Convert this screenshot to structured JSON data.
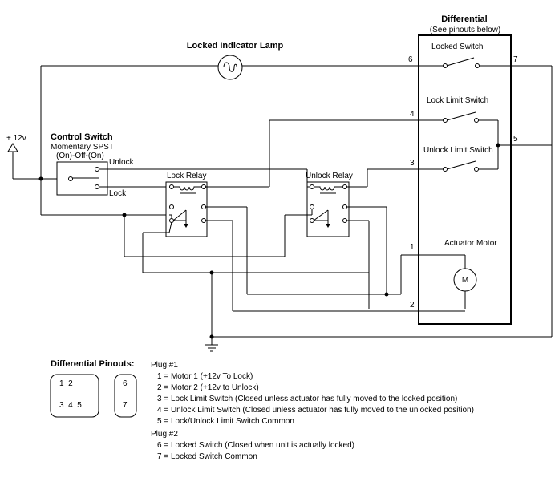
{
  "differential": {
    "title": "Differential",
    "subtitle": "(See pinouts below)",
    "locked_switch": "Locked Switch",
    "lock_limit_switch": "Lock Limit Switch",
    "unlock_limit_switch": "Unlock Limit Switch",
    "actuator_motor": "Actuator Motor",
    "motor_symbol": "M"
  },
  "lamp": {
    "label": "Locked Indicator Lamp"
  },
  "power": {
    "label": "+ 12v"
  },
  "control_switch": {
    "title": "Control Switch",
    "line2": "Momentary SPST",
    "line3": "(On)-Off-(On)",
    "unlock": "Unlock",
    "lock": "Lock"
  },
  "relays": {
    "lock": "Lock Relay",
    "unlock": "Unlock Relay"
  },
  "pins": {
    "p1": "1",
    "p2": "2",
    "p3": "3",
    "p4": "4",
    "p5": "5",
    "p6": "6",
    "p7": "7"
  },
  "pinouts": {
    "title": "Differential Pinouts:",
    "plug1_row1": "1  2",
    "plug1_row2": "3  4  5",
    "plug2_top": "6",
    "plug2_bottom": "7"
  },
  "legend": {
    "plug1": "Plug #1",
    "items1": [
      "1 = Motor 1 (+12v To Lock)",
      "2 = Motor 2 (+12v to Unlock)",
      "3 = Lock Limit Switch (Closed unless actuator has fully moved to the locked position)",
      "4 = Unlock Limit Switch (Closed unless actuator has fully moved to the unlocked position)",
      "5 = Lock/Unlock Limit Switch Common"
    ],
    "plug2": "Plug #2",
    "items2": [
      "6 = Locked Switch (Closed when unit is actually locked)",
      "7 = Locked Switch Common"
    ]
  }
}
